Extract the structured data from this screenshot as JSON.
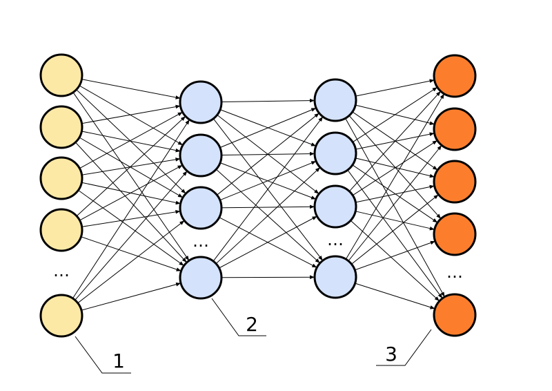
{
  "diagram": {
    "colors": {
      "input": "#FDE9A6",
      "hidden": "#D4E2FC",
      "output": "#FC7E2D",
      "stroke": "#000000"
    },
    "layers": [
      {
        "role": "input",
        "visible_nodes": 5,
        "ellipsis": "…"
      },
      {
        "role": "hidden",
        "visible_nodes": 4,
        "ellipsis": "…"
      },
      {
        "role": "hidden",
        "visible_nodes": 4,
        "ellipsis": "…"
      },
      {
        "role": "output",
        "visible_nodes": 5,
        "ellipsis": "…"
      }
    ],
    "callouts": [
      {
        "label": "1"
      },
      {
        "label": "2"
      },
      {
        "label": "3"
      }
    ],
    "connectivity": "fully-connected",
    "edge_arrowheads": true
  }
}
